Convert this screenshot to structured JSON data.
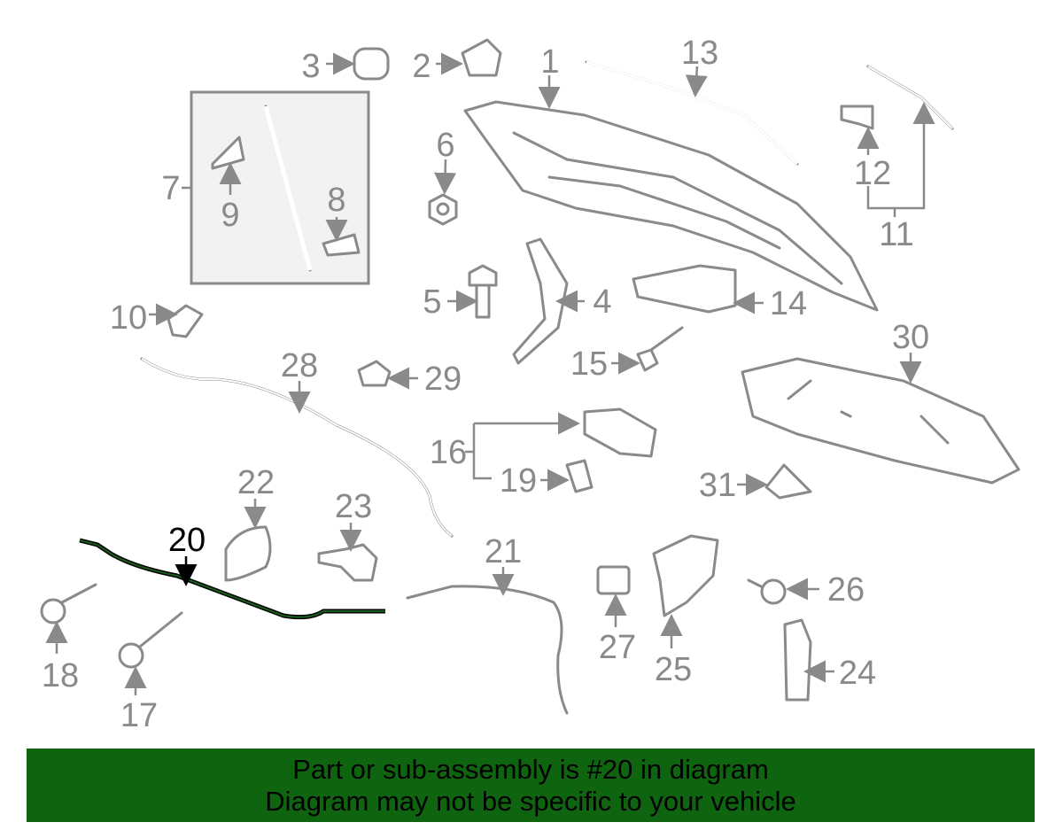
{
  "diagram": {
    "highlight_color": "#1a5c1a",
    "callouts": [
      "1",
      "2",
      "3",
      "4",
      "5",
      "6",
      "7",
      "8",
      "9",
      "10",
      "11",
      "12",
      "13",
      "14",
      "15",
      "16",
      "17",
      "18",
      "19",
      "20",
      "21",
      "22",
      "23",
      "24",
      "25",
      "26",
      "27",
      "28",
      "29",
      "30",
      "31"
    ],
    "highlighted_callout": "20"
  },
  "banner": {
    "line1": "Part or sub-assembly is #20 in diagram",
    "line2": "Diagram may not be specific to your vehicle",
    "color": "#0f650f"
  }
}
